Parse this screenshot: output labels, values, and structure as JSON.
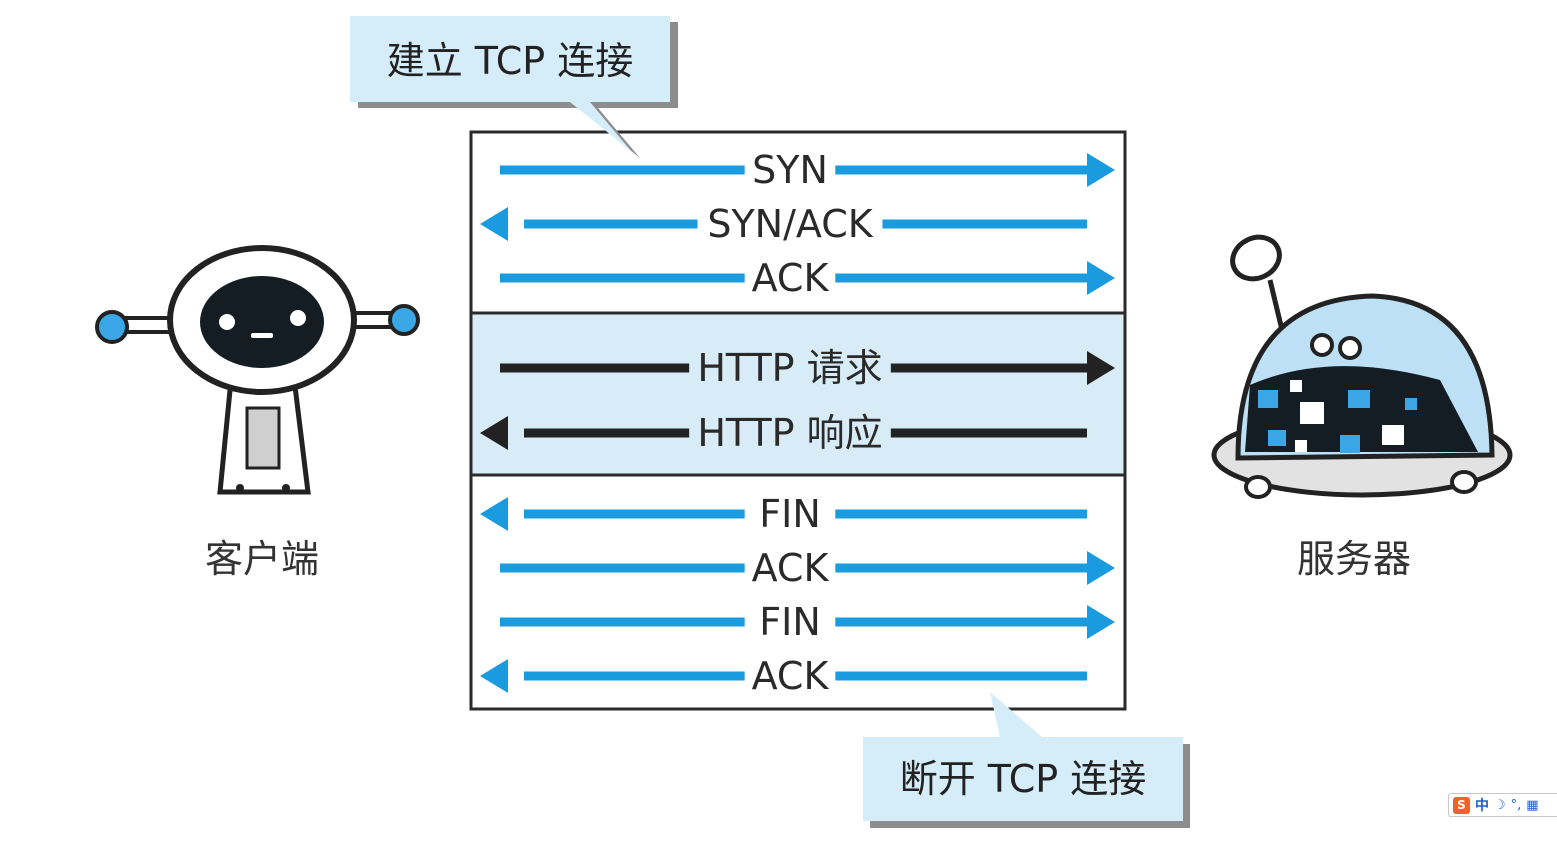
{
  "bubbles": {
    "establish": "建立 TCP 连接",
    "disconnect": "断开 TCP 连接"
  },
  "roles": {
    "client": "客户端",
    "server": "服务器"
  },
  "sections": [
    {
      "name": "establish",
      "messages": [
        {
          "label": "SYN",
          "direction": "to-server",
          "color": "blue"
        },
        {
          "label": "SYN/ACK",
          "direction": "to-client",
          "color": "blue"
        },
        {
          "label": "ACK",
          "direction": "to-server",
          "color": "blue"
        }
      ]
    },
    {
      "name": "http",
      "messages": [
        {
          "label": "HTTP 请求",
          "direction": "to-server",
          "color": "black"
        },
        {
          "label": "HTTP 响应",
          "direction": "to-client",
          "color": "black"
        }
      ]
    },
    {
      "name": "disconnect",
      "messages": [
        {
          "label": "FIN",
          "direction": "to-client",
          "color": "blue"
        },
        {
          "label": "ACK",
          "direction": "to-server",
          "color": "blue"
        },
        {
          "label": "FIN",
          "direction": "to-server",
          "color": "blue"
        },
        {
          "label": "ACK",
          "direction": "to-client",
          "color": "blue"
        }
      ]
    }
  ],
  "colors": {
    "blue_arrow": "#1a9be0",
    "black_arrow": "#222222",
    "http_band": "#d8ecf8",
    "bubble_fill": "#d5ecf9",
    "robot_blue": "#3aa6e6",
    "robot_dark": "#151d24"
  },
  "ime": {
    "mode": "中"
  }
}
